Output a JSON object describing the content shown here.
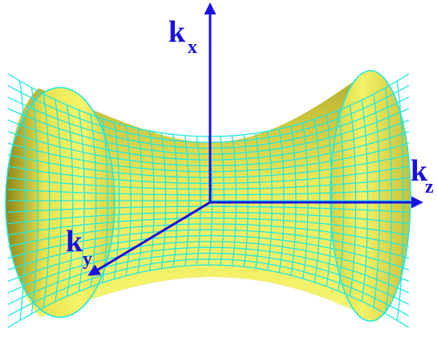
{
  "axes": {
    "kx": {
      "main": "k",
      "sub": "x"
    },
    "ky": {
      "main": "k",
      "sub": "y"
    },
    "kz": {
      "main": "k",
      "sub": "z"
    }
  },
  "colors": {
    "surface_light": "#f4f25a",
    "surface_mid": "#c8c23a",
    "surface_dark": "#8a8218",
    "mesh": "#20e8e0",
    "axis": "#1a10e0",
    "background": "#ffffff"
  },
  "surface": {
    "shape": "hyperboloid of one sheet",
    "mesh": true
  }
}
